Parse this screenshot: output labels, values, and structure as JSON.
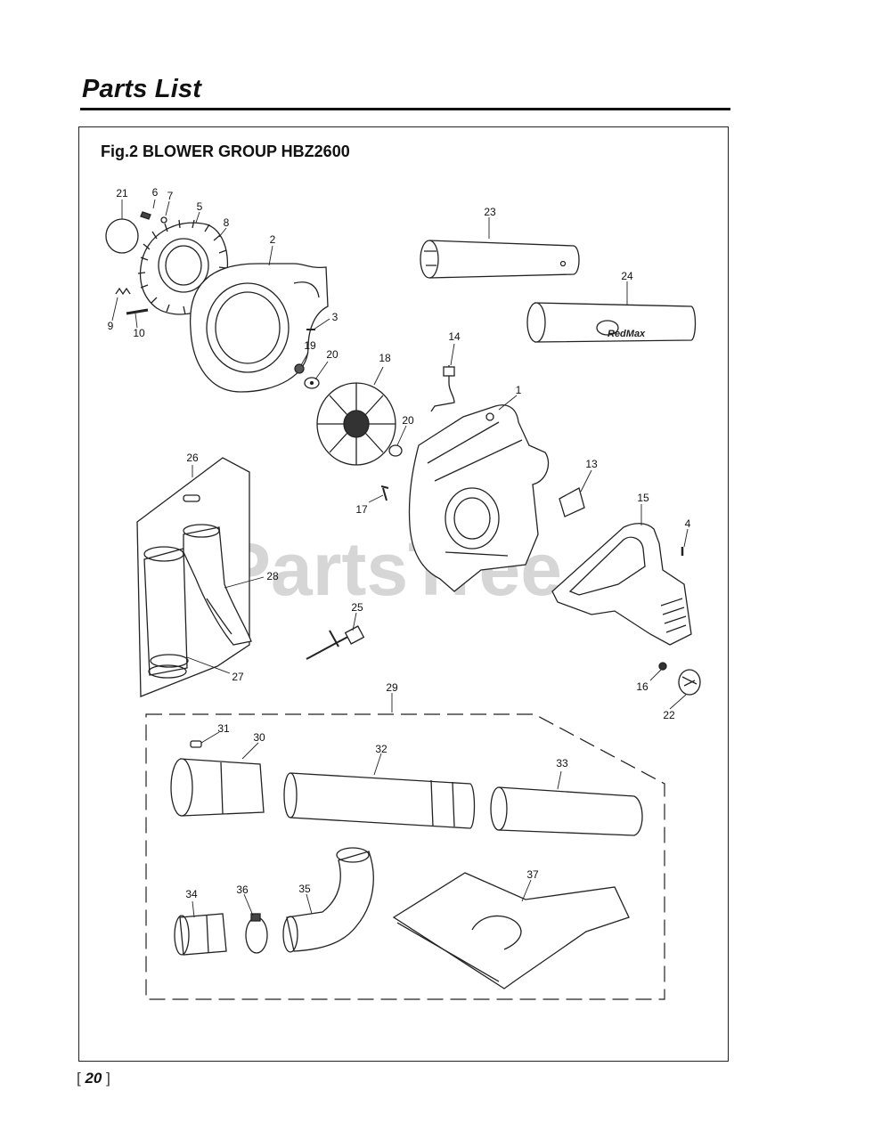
{
  "header": {
    "title": "Parts List"
  },
  "figure": {
    "title": "Fig.2 BLOWER GROUP HBZ2600"
  },
  "watermark": "PartsTree",
  "brand_label": "RedMax",
  "callouts": [
    {
      "id": "c21",
      "label": "21"
    },
    {
      "id": "c6",
      "label": "6"
    },
    {
      "id": "c7",
      "label": "7"
    },
    {
      "id": "c5",
      "label": "5"
    },
    {
      "id": "c8",
      "label": "8"
    },
    {
      "id": "c2",
      "label": "2"
    },
    {
      "id": "c9",
      "label": "9"
    },
    {
      "id": "c10",
      "label": "10"
    },
    {
      "id": "c3",
      "label": "3"
    },
    {
      "id": "c19",
      "label": "19"
    },
    {
      "id": "c20a",
      "label": "20"
    },
    {
      "id": "c18",
      "label": "18"
    },
    {
      "id": "c20b",
      "label": "20"
    },
    {
      "id": "c23",
      "label": "23"
    },
    {
      "id": "c24",
      "label": "24"
    },
    {
      "id": "c14",
      "label": "14"
    },
    {
      "id": "c1",
      "label": "1"
    },
    {
      "id": "c13",
      "label": "13"
    },
    {
      "id": "c15",
      "label": "15"
    },
    {
      "id": "c4",
      "label": "4"
    },
    {
      "id": "c17",
      "label": "17"
    },
    {
      "id": "c26",
      "label": "26"
    },
    {
      "id": "c28",
      "label": "28"
    },
    {
      "id": "c25",
      "label": "25"
    },
    {
      "id": "c27",
      "label": "27"
    },
    {
      "id": "c29",
      "label": "29"
    },
    {
      "id": "c16",
      "label": "16"
    },
    {
      "id": "c22",
      "label": "22"
    },
    {
      "id": "c31",
      "label": "31"
    },
    {
      "id": "c30",
      "label": "30"
    },
    {
      "id": "c32",
      "label": "32"
    },
    {
      "id": "c33",
      "label": "33"
    },
    {
      "id": "c34",
      "label": "34"
    },
    {
      "id": "c36",
      "label": "36"
    },
    {
      "id": "c35",
      "label": "35"
    },
    {
      "id": "c37",
      "label": "37"
    }
  ],
  "footer": {
    "page_number": "20"
  }
}
